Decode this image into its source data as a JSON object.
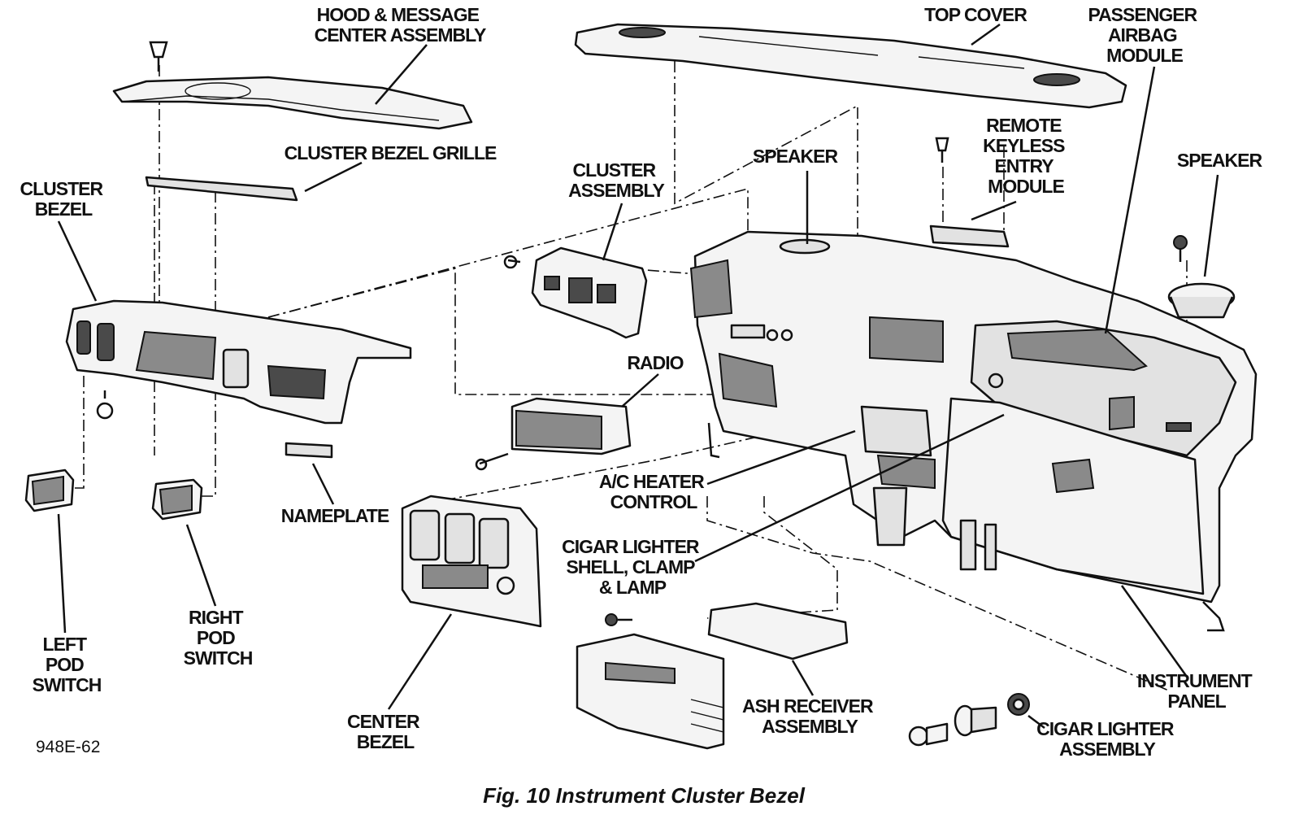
{
  "labels": {
    "hood_message_center": [
      "HOOD & MESSAGE",
      "CENTER ASSEMBLY"
    ],
    "top_cover": [
      "TOP COVER"
    ],
    "passenger_airbag": [
      "PASSENGER",
      "AIRBAG",
      "MODULE"
    ],
    "cluster_bezel_grille": [
      "CLUSTER BEZEL GRILLE"
    ],
    "remote_keyless": [
      "REMOTE",
      "KEYLESS",
      "ENTRY",
      "MODULE"
    ],
    "speaker_center": [
      "SPEAKER"
    ],
    "speaker_right": [
      "SPEAKER"
    ],
    "cluster_bezel": [
      "CLUSTER",
      "BEZEL"
    ],
    "cluster_assembly": [
      "CLUSTER",
      "ASSEMBLY"
    ],
    "radio": [
      "RADIO"
    ],
    "ac_heater_control": [
      "A/C HEATER",
      "CONTROL"
    ],
    "nameplate": [
      "NAMEPLATE"
    ],
    "cigar_lighter_shell": [
      "CIGAR LIGHTER",
      "SHELL, CLAMP",
      "& LAMP"
    ],
    "right_pod_switch": [
      "RIGHT",
      "POD",
      "SWITCH"
    ],
    "left_pod_switch": [
      "LEFT",
      "POD",
      "SWITCH"
    ],
    "instrument_panel": [
      "INSTRUMENT",
      "PANEL"
    ],
    "ash_receiver": [
      "ASH RECEIVER",
      "ASSEMBLY"
    ],
    "center_bezel": [
      "CENTER",
      "BEZEL"
    ],
    "cigar_lighter_assembly": [
      "CIGAR LIGHTER",
      "ASSEMBLY"
    ]
  },
  "figure_code": "948E-62",
  "caption": "Fig. 10 Instrument Cluster Bezel"
}
